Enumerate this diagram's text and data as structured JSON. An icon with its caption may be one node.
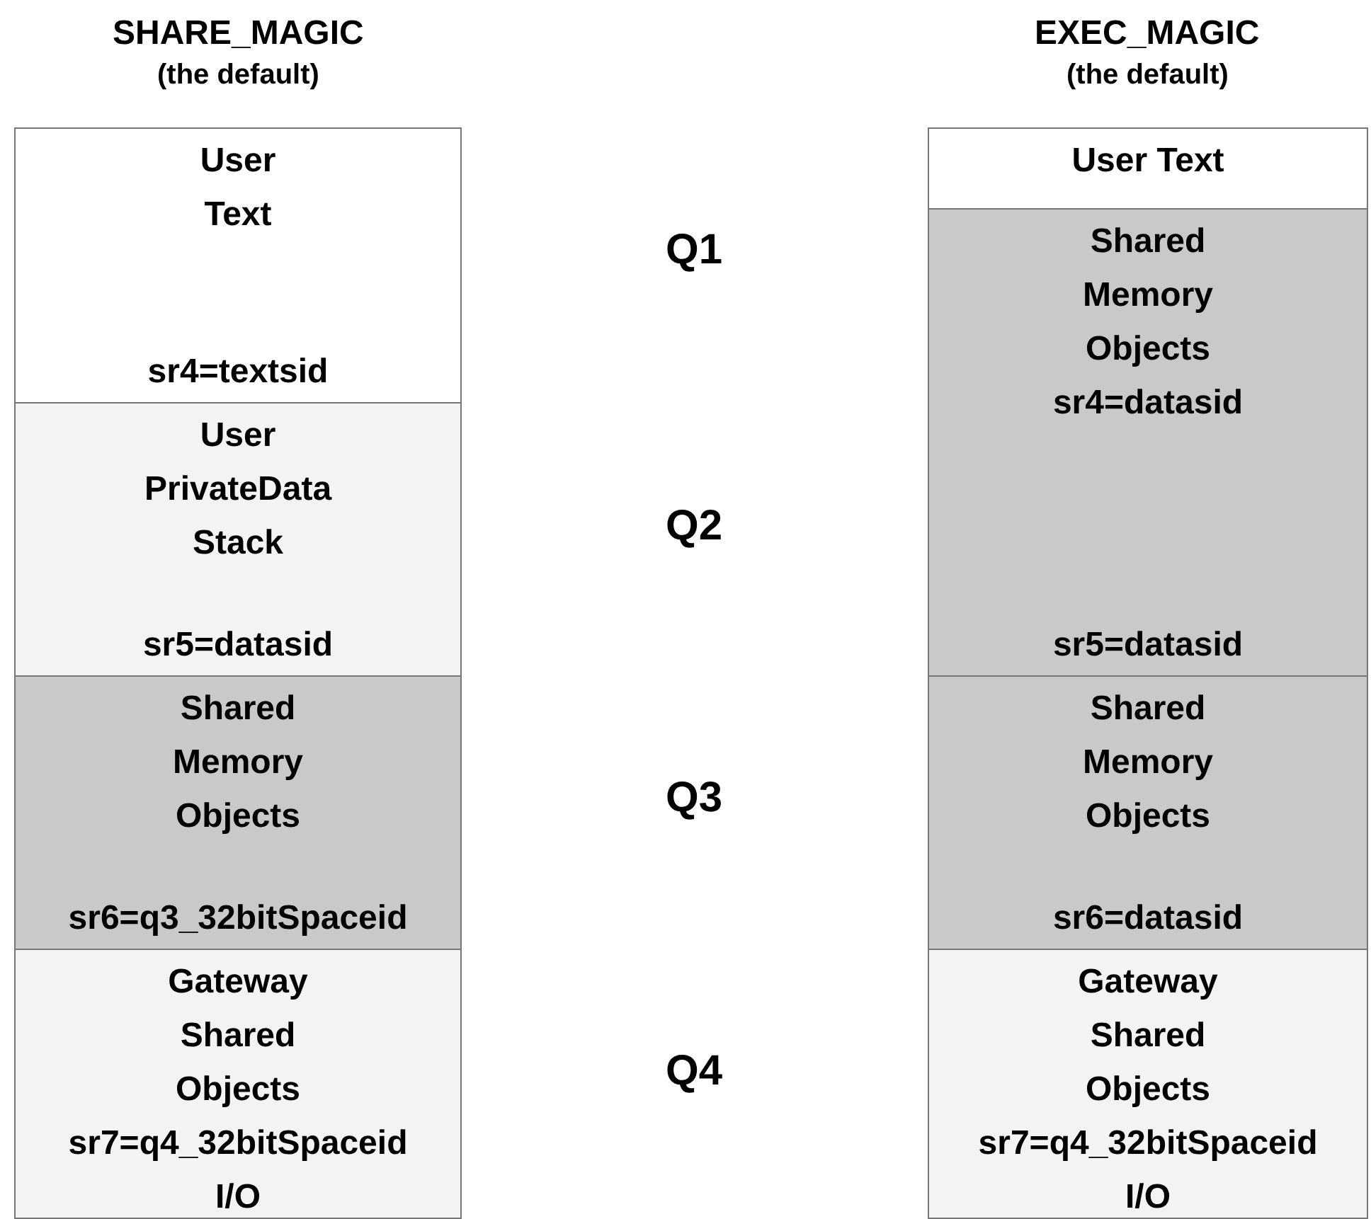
{
  "diagram": {
    "nodes": [
      {
        "text": [
          "User Text",
          "sr4=textsid"
        ]
      },
      {
        "text": [
          "User PrivateData Stack",
          "sr5=datasid"
        ]
      },
      {
        "text": [
          "Shared Memory Objects",
          "sr6=q3_32bitSpaceid"
        ]
      },
      {
        "text": [
          "Gateway Shared Objects",
          "sr7=q4_32bitSpaceid",
          "I/O"
        ]
      },
      {
        "text": [
          "User Text"
        ]
      },
      {
        "text": [
          "Shared Memory Objects",
          "sr4=datasid",
          "sr5=datasid"
        ]
      },
      {
        "text": [
          "Shared Memory Objects",
          "sr6=datasid"
        ]
      },
      {
        "text": [
          "Gateway Shared Objects",
          "sr7=q4_32bitSpaceid",
          "I/O"
        ]
      }
    ],
    "labels": [
      "SHARE_MAGIC",
      "(the default)",
      "EXEC_MAGIC",
      "(the default)",
      "Q1",
      "Q2",
      "Q3",
      "Q4"
    ]
  }
}
